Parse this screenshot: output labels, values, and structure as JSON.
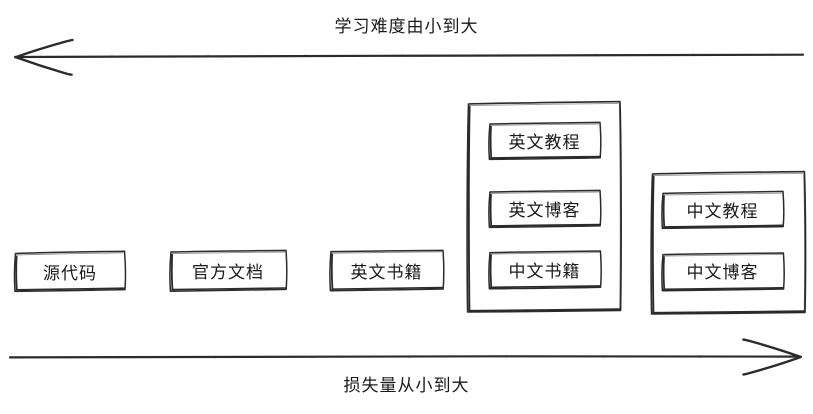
{
  "diagram": {
    "top_axis": {
      "label": "学习难度由小到大",
      "direction": "left-arrow"
    },
    "bottom_axis": {
      "label": "损失量从小到大",
      "direction": "right-arrow"
    },
    "standalone_nodes": [
      {
        "label": "源代码"
      },
      {
        "label": "官方文档"
      },
      {
        "label": "英文书籍"
      }
    ],
    "groups": [
      {
        "name": "group-english-cluster",
        "nodes": [
          {
            "label": "英文教程"
          },
          {
            "label": "英文博客"
          },
          {
            "label": "中文书籍"
          }
        ]
      },
      {
        "name": "group-chinese-cluster",
        "nodes": [
          {
            "label": "中文教程"
          },
          {
            "label": "中文博客"
          }
        ]
      }
    ]
  },
  "style": {
    "stroke": "#1a1a1a",
    "background": "#ffffff"
  }
}
